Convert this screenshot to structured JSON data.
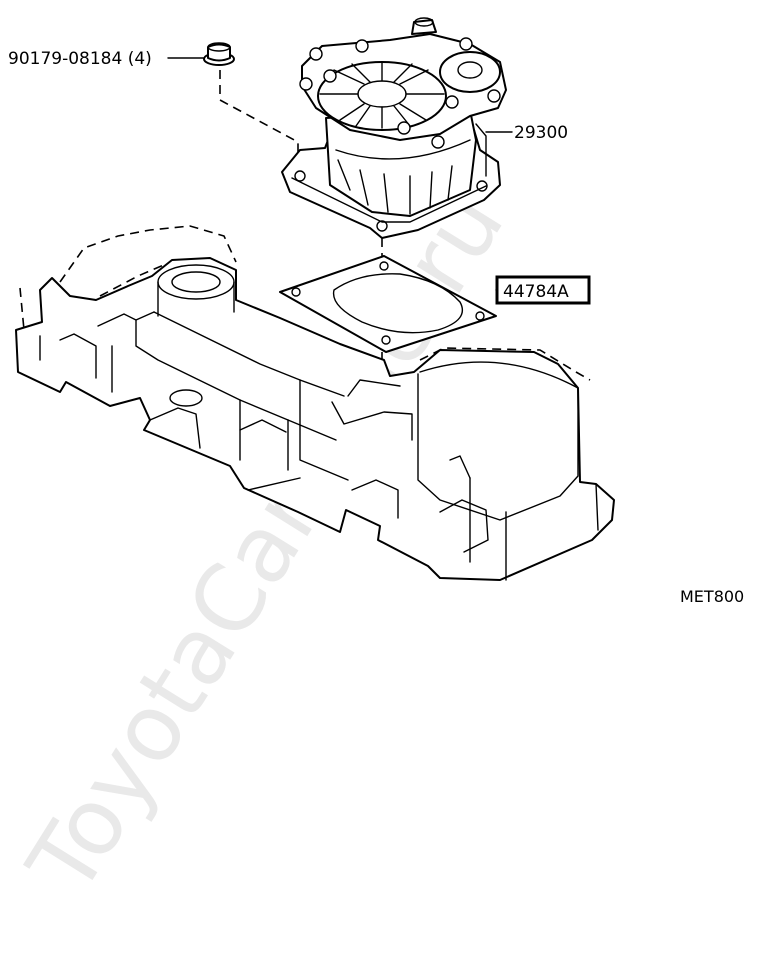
{
  "labels": {
    "bolt": "90179-08184 (4)",
    "vacuum_pump": "29300",
    "gasket": "44784A",
    "diagram_code": "MET800"
  },
  "watermark": "ToyotaCarMine.ru",
  "colors": {
    "line": "#000000",
    "background": "#ffffff",
    "watermark": "#e9e9e9"
  }
}
